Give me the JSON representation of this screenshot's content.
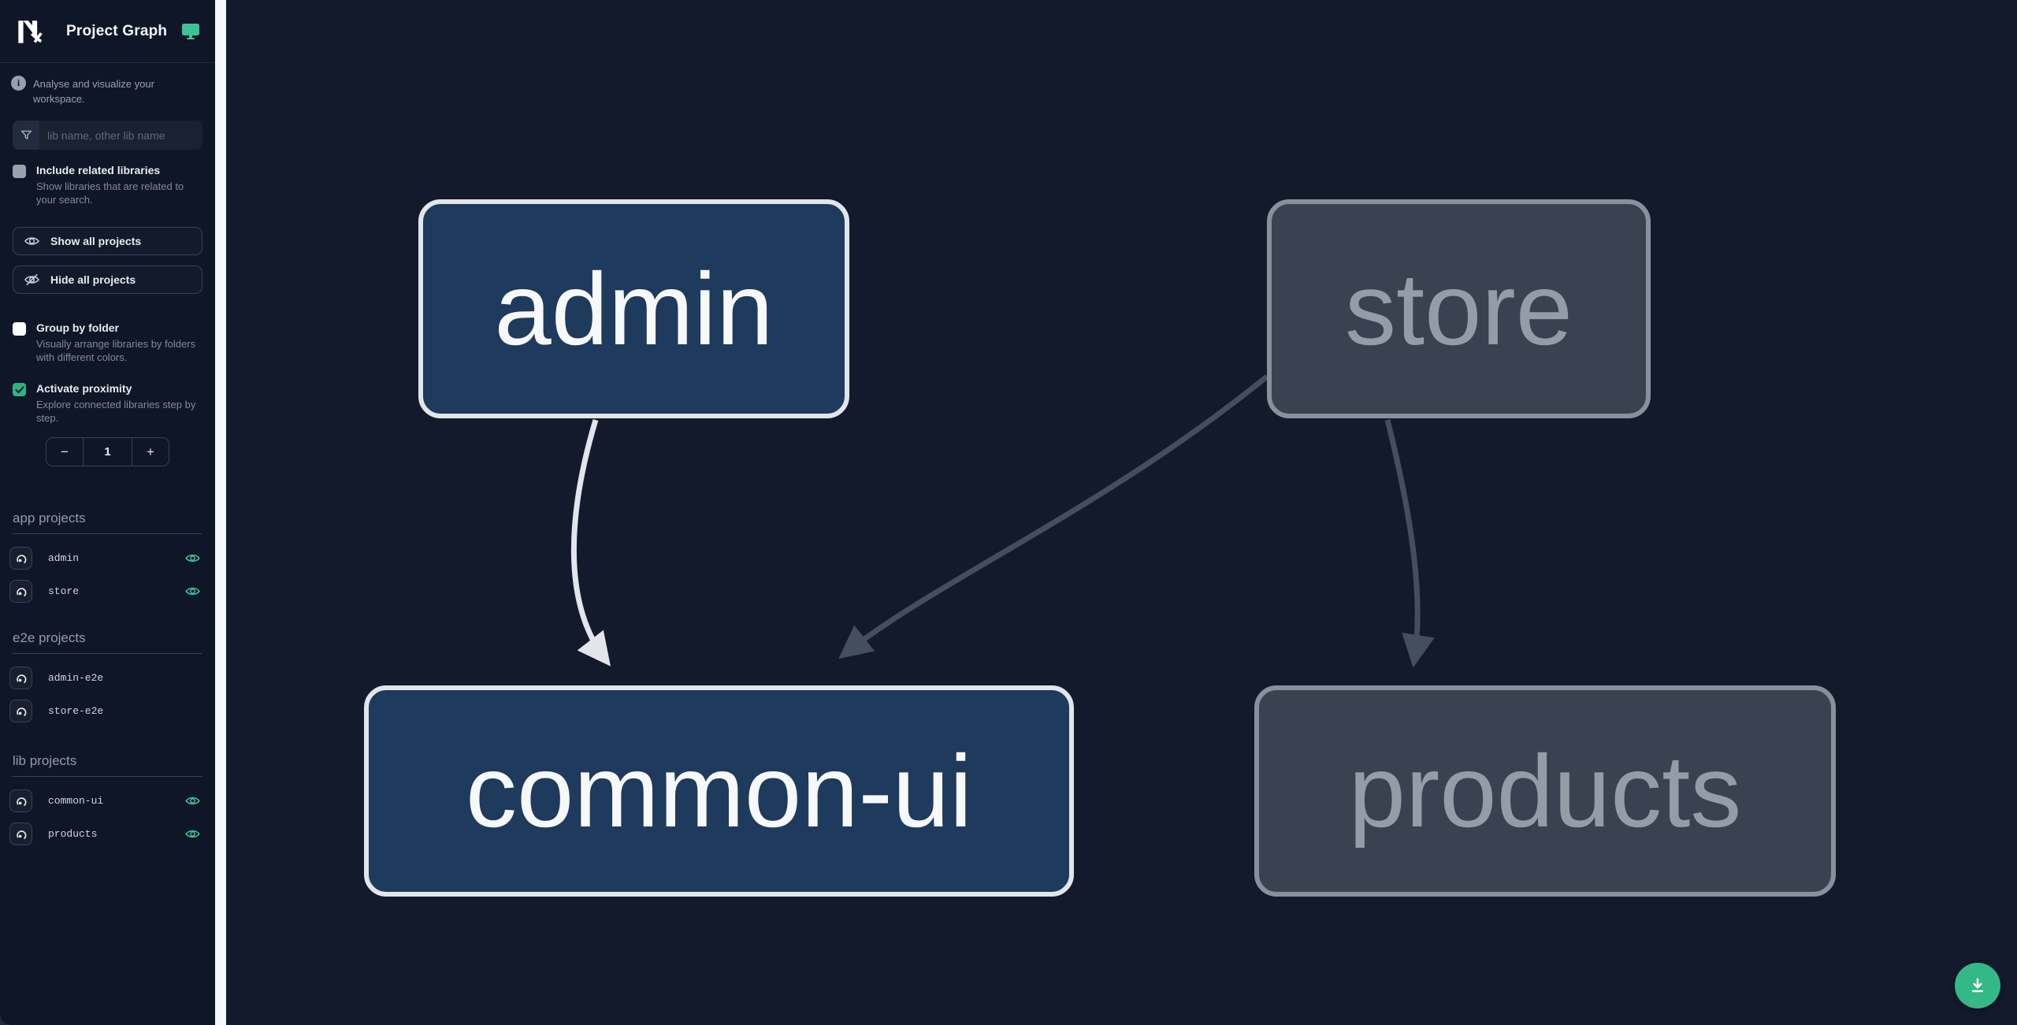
{
  "header": {
    "title": "Project Graph",
    "logo_label": "Nx"
  },
  "sidebar": {
    "tagline": "Analyse and visualize your workspace.",
    "filter_placeholder": "lib name, other lib name",
    "include_related": {
      "label": "Include related libraries",
      "description": "Show libraries that are related to your search.",
      "checked": false
    },
    "show_all_label": "Show all projects",
    "hide_all_label": "Hide all projects",
    "group_by_folder": {
      "label": "Group by folder",
      "description": "Visually arrange libraries by folders with different colors.",
      "checked": false
    },
    "activate_proximity": {
      "label": "Activate proximity",
      "description": "Explore connected libraries step by step.",
      "checked": true
    },
    "proximity": {
      "decrease_label": "−",
      "value": "1",
      "increase_label": "+"
    },
    "sections": [
      {
        "title": "app projects",
        "items": [
          {
            "name": "admin",
            "visible": true
          },
          {
            "name": "store",
            "visible": true
          }
        ]
      },
      {
        "title": "e2e projects",
        "items": [
          {
            "name": "admin-e2e",
            "visible": false
          },
          {
            "name": "store-e2e",
            "visible": false
          }
        ]
      },
      {
        "title": "lib projects",
        "items": [
          {
            "name": "common-ui",
            "visible": true
          },
          {
            "name": "products",
            "visible": true
          }
        ]
      }
    ]
  },
  "graph": {
    "nodes": [
      {
        "id": "admin",
        "label": "admin",
        "state": "focused"
      },
      {
        "id": "store",
        "label": "store",
        "state": "dimmed"
      },
      {
        "id": "common-ui",
        "label": "common-ui",
        "state": "focused"
      },
      {
        "id": "products",
        "label": "products",
        "state": "dimmed"
      }
    ],
    "edges": [
      {
        "from": "admin",
        "to": "common-ui",
        "style": "highlighted"
      },
      {
        "from": "store",
        "to": "common-ui",
        "style": "dimmed"
      },
      {
        "from": "store",
        "to": "products",
        "style": "dimmed"
      }
    ]
  },
  "fab": {
    "action": "download"
  },
  "colors": {
    "accent_green": "#3ec294",
    "checkbox_green": "#2db380",
    "node_focused_bg": "#1e3a5c",
    "node_focused_border": "#e2e5e9",
    "node_dimmed_bg": "#3a4251",
    "node_dimmed_border": "#89909c",
    "edge_highlighted": "#e2e5e9",
    "edge_dimmed": "#454e5f",
    "sidebar_bg": "#0f1627",
    "canvas_bg": "#131a2b"
  }
}
